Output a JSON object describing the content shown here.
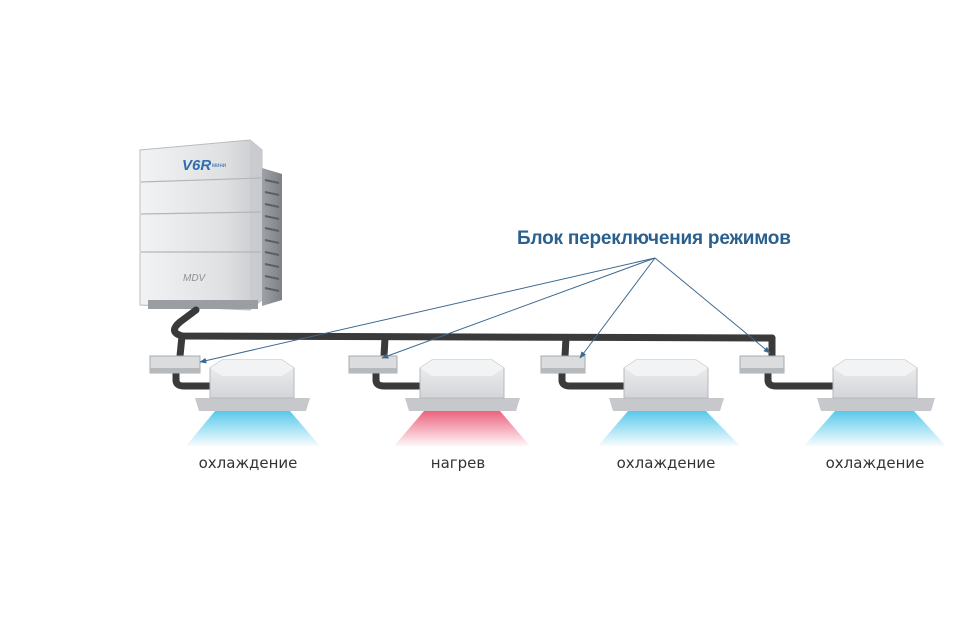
{
  "outdoor_unit": {
    "brand_badge": "V6R",
    "brand_badge_suffix": "мини",
    "maker_mark": "MDV"
  },
  "callout": {
    "text": "Блок переключения режимов"
  },
  "indoor_units": [
    {
      "mode_label": "охлаждение",
      "mode": "cooling"
    },
    {
      "mode_label": "нагрев",
      "mode": "heating"
    },
    {
      "mode_label": "охлаждение",
      "mode": "cooling"
    },
    {
      "mode_label": "охлаждение",
      "mode": "cooling"
    }
  ],
  "colors": {
    "pipe": "#3a3a3a",
    "arrow": "#3f6890",
    "callout_text": "#2b5f8e",
    "cooling_flow": "#4fc6ea",
    "heating_flow": "#ea5a78",
    "unit_body": "#d8d9db"
  }
}
